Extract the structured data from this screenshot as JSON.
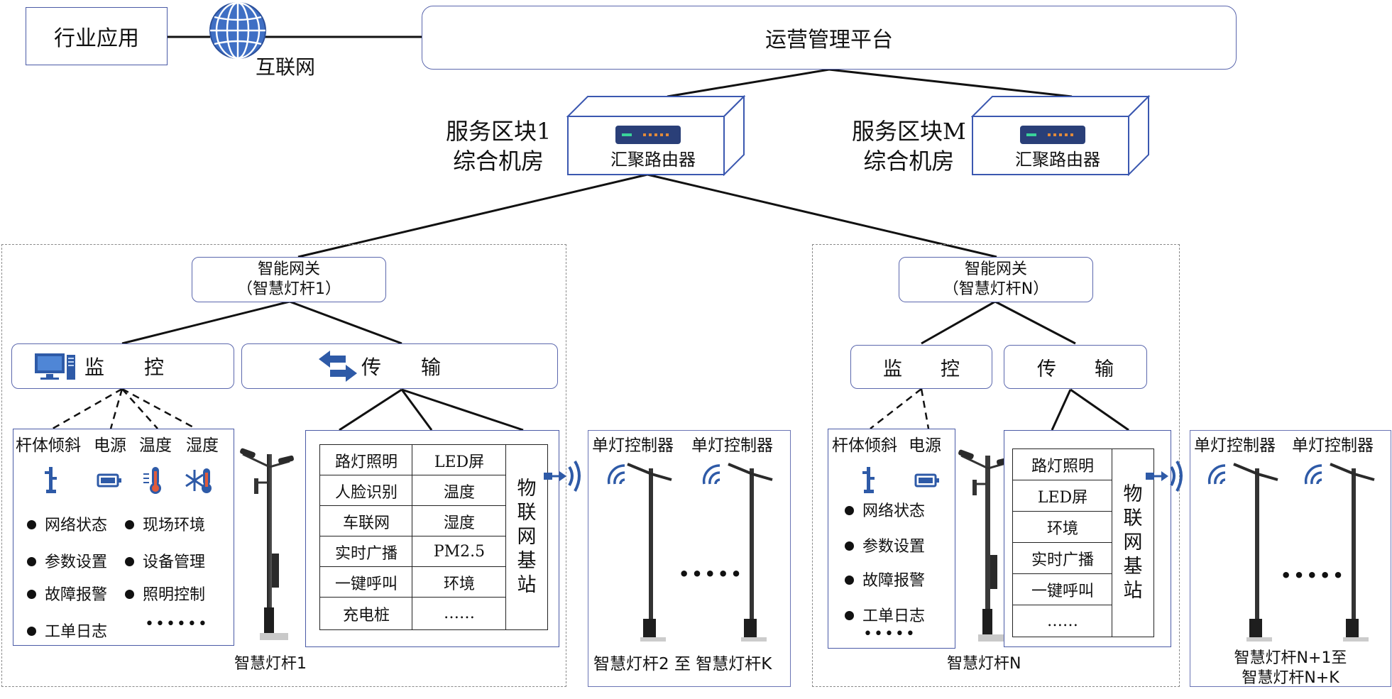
{
  "top": {
    "industry": "行业应用",
    "internet": "互联网",
    "platform": "运营管理平台"
  },
  "rooms": [
    {
      "label_line1": "服务区块1",
      "label_line2": "综合机房",
      "router": "汇聚路由器"
    },
    {
      "label_line1": "服务区块M",
      "label_line2": "综合机房",
      "router": "汇聚路由器"
    }
  ],
  "zone1": {
    "gateway_line1": "智能网关",
    "gateway_line2": "（智慧灯杆1）",
    "monitor": "监　　控",
    "transmit": "传　　输",
    "sensors": [
      "杆体倾斜",
      "电源",
      "温度",
      "湿度"
    ],
    "features": [
      "网络状态",
      "现场环境",
      "参数设置",
      "设备管理",
      "故障报警",
      "照明控制",
      "工单日志"
    ],
    "ellipsis": "••••••",
    "table": [
      [
        "路灯照明",
        "LED屏"
      ],
      [
        "人脸识别",
        "温度"
      ],
      [
        "车联网",
        "湿度"
      ],
      [
        "实时广播",
        "PM2.5"
      ],
      [
        "一键呼叫",
        "环境"
      ],
      [
        "充电桩",
        "……"
      ]
    ],
    "base_station": "物联网基站",
    "pole_label": "智慧灯杆1"
  },
  "side1": {
    "controllers": [
      "单灯控制器",
      "单灯控制器"
    ],
    "dots": "•••••",
    "label": "智慧灯杆2 至 智慧灯杆K"
  },
  "zoneN": {
    "gateway_line1": "智能网关",
    "gateway_line2": "（智慧灯杆N）",
    "monitor": "监　　控",
    "transmit": "传　　输",
    "sensors": [
      "杆体倾斜",
      "电源"
    ],
    "features": [
      "网络状态",
      "参数设置",
      "故障报警",
      "工单日志"
    ],
    "ellipsis": "•••••",
    "table": [
      "路灯照明",
      "LED屏",
      "环境",
      "实时广播",
      "一键呼叫",
      "……"
    ],
    "base_station": "物联网基站",
    "pole_label": "智慧灯杆N"
  },
  "sideN": {
    "controllers": [
      "单灯控制器",
      "单灯控制器"
    ],
    "dots": "•••••",
    "label_line1": "智慧灯杆N+1至",
    "label_line2": "智慧灯杆N+K"
  },
  "colors": {
    "accent": "#2f4f9a",
    "border": "#4a5aa6"
  }
}
